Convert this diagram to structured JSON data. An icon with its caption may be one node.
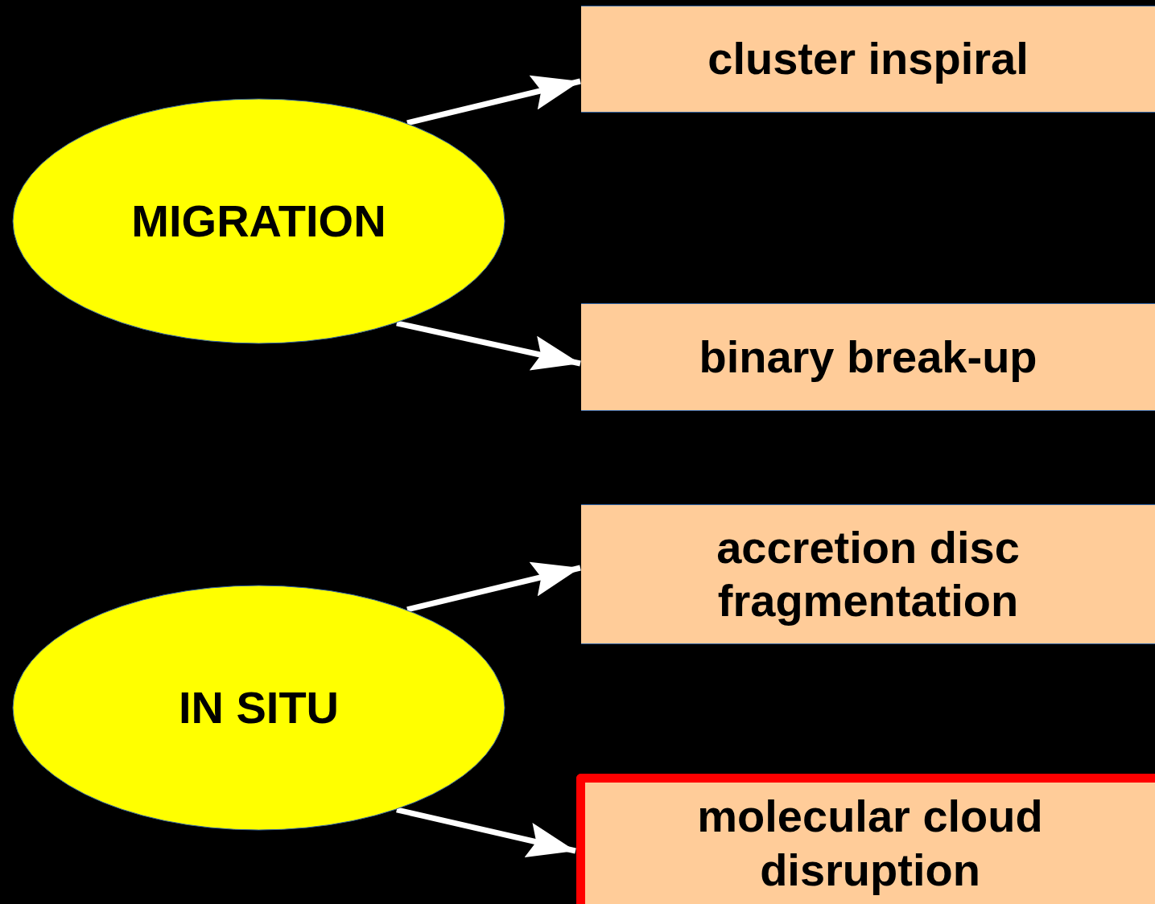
{
  "diagram": {
    "nodes": [
      {
        "text": [
          "MIGRATION"
        ]
      },
      {
        "text": [
          "IN SITU"
        ]
      },
      {
        "text": [
          "cluster inspiral"
        ]
      },
      {
        "text": [
          "binary break-up"
        ]
      },
      {
        "text": [
          "accretion disc fragmentation"
        ]
      },
      {
        "text": [
          "molecular cloud disruption"
        ]
      }
    ],
    "edges": [
      {
        "from": 0,
        "to": 2,
        "arrow": "to"
      },
      {
        "from": 0,
        "to": 3,
        "arrow": "to"
      },
      {
        "from": 1,
        "to": 4,
        "arrow": "to"
      },
      {
        "from": 1,
        "to": 5,
        "arrow": "to"
      }
    ]
  }
}
